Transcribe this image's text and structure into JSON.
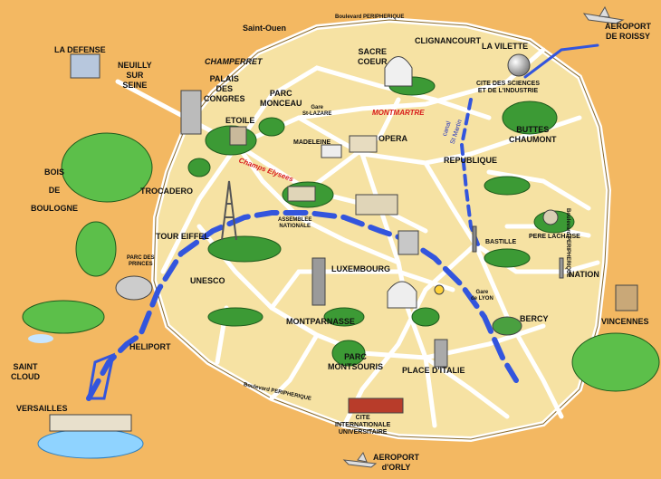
{
  "map": {
    "background_color": "#F3B862",
    "city_fill_color": "#F6E2A3",
    "road_color": "#FFFFFF",
    "river_color": "#3355DD",
    "park_color": "#3C9A35",
    "labels": {
      "saint_ouen": "Saint-Ouen",
      "periph_top": "Boulevard PERIPHERIQUE",
      "clignancourt": "CLIGNANCOURT",
      "la_vilette": "LA VILETTE",
      "aeroport_roissy": "AEROPORT\nDE ROISSY",
      "la_defense": "LA DEFENSE",
      "neuilly": "NEUILLY\nSUR\nSEINE",
      "champerret": "CHAMPERRET",
      "palais_congres": "PALAIS\nDES\nCONGRES",
      "sacre_coeur": "SACRE\nCOEUR",
      "cite_sciences": "CITE DES SCIENCES\nET DE L'INDUSTRIE",
      "parc_monceau": "PARC\nMONCEAU",
      "etoile": "ETOILE",
      "gare_st_lazare": "Gare\nSt-LAZARE",
      "montmartre": "MONTMARTRE",
      "buttes_chaumont": "BUTTES\nCHAUMONT",
      "madeleine": "MADELEINE",
      "opera": "OPERA",
      "canal_st_martin": "canal\nSt Martin",
      "champs_elysees": "Champs Elysees",
      "republique": "REPUBLIQUE",
      "bois_de_boulogne": "BOIS\n\nDE\n\nBOULOGNE",
      "trocadero": "TROCADERO",
      "assemblee_nationale": "ASSEMBLEE\nNATIONALE",
      "periph_right": "Boulevard PERIPHERIQUE",
      "tour_eiffel": "TOUR EIFFEL",
      "bastille": "BASTILLE",
      "pere_lachaise": "PERE LACHAISE",
      "parc_des_princes": "PARC DES\nPRINCES",
      "unesco": "UNESCO",
      "luxembourg": "LUXEMBOURG",
      "nation": "NATION",
      "gare_de_lyon": "Gare\nde LYON",
      "montparnasse": "MONTPARNASSE",
      "bercy": "BERCY",
      "vincennes": "VINCENNES",
      "heliport": "HELIPORT",
      "parc_montsouris": "PARC\nMONTSOURIS",
      "place_d_italie": "PLACE D'ITALIE",
      "saint_cloud": "SAINT\nCLOUD",
      "periph_bottom": "Boulevard PERIPHERIQUE",
      "versailles": "VERSAILLES",
      "cite_universitaire": "CITE\nINTERNATIONALE\nUNIVERSITAIRE",
      "aeroport_orly": "AEROPORT\nd'ORLY"
    }
  }
}
